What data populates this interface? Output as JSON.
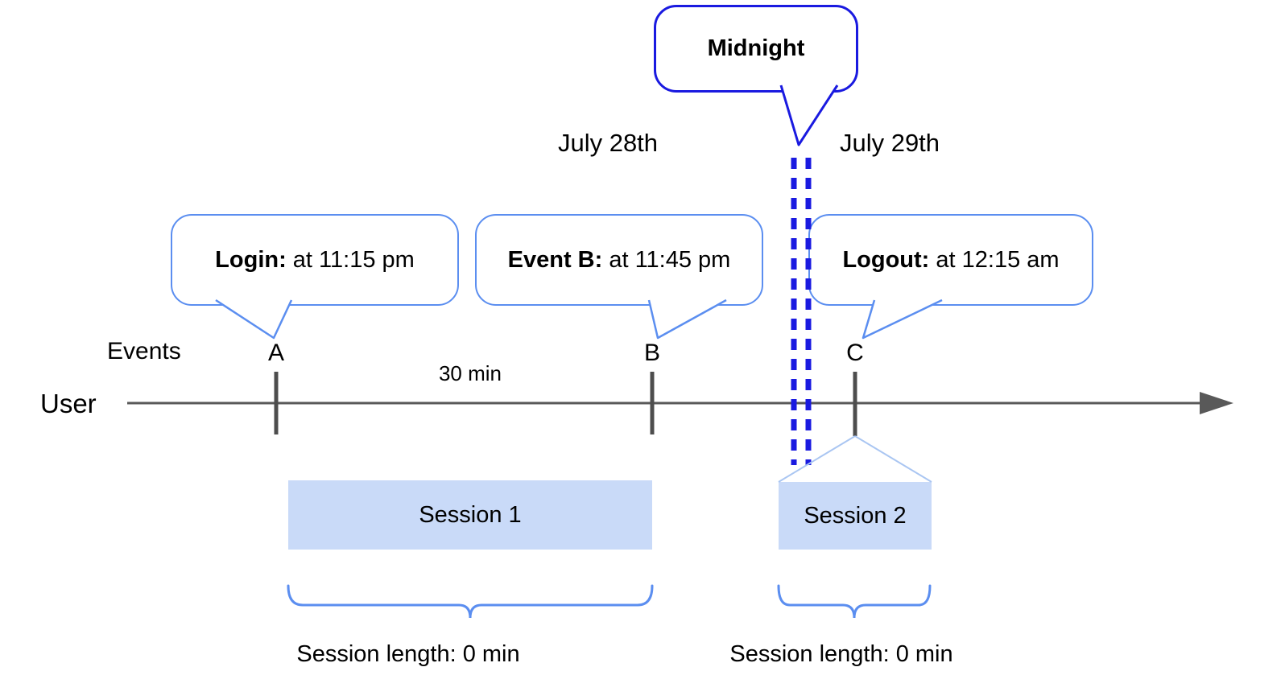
{
  "colors": {
    "deep-blue": "#1a1ae0",
    "cornflower": "#5b8ef0",
    "light-connector": "#aac6f2",
    "session-fill": "#c9daf8",
    "axis-gray": "#595959"
  },
  "diagram": {
    "midnight_callout": {
      "label": "Midnight"
    },
    "dates": {
      "left": "July 28th",
      "right": "July 29th"
    },
    "axis": {
      "events_label": "Events",
      "user_label": "User",
      "interval_label": "30 min"
    },
    "event_callouts": [
      {
        "title": "Login:",
        "time": " at 11:15 pm"
      },
      {
        "title": "Event B:",
        "time": " at 11:45 pm"
      },
      {
        "title": "Logout:",
        "time": " at 12:15 am"
      }
    ],
    "event_markers": [
      "A",
      "B",
      "C"
    ],
    "sessions": [
      {
        "label": "Session 1",
        "length_label": "Session length: 0 min"
      },
      {
        "label": "Session 2",
        "length_label": "Session length: 0 min"
      }
    ]
  }
}
